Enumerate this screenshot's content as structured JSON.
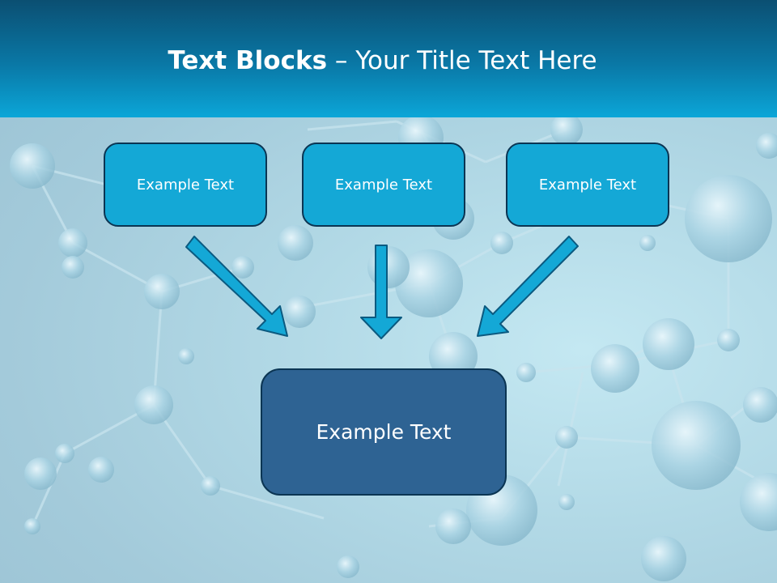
{
  "slide": {
    "title_bold": "Text Blocks",
    "title_rest": " – Your Title Text Here"
  },
  "boxes": {
    "top": [
      "Example Text",
      "Example Text",
      "Example Text"
    ],
    "bottom": "Example Text"
  },
  "colors": {
    "header": "#0a78a6",
    "top_box_fill": "#14a8d6",
    "bottom_box_fill": "#2e6393",
    "box_border": "#0b3553",
    "arrow_fill": "#14a8d6"
  }
}
